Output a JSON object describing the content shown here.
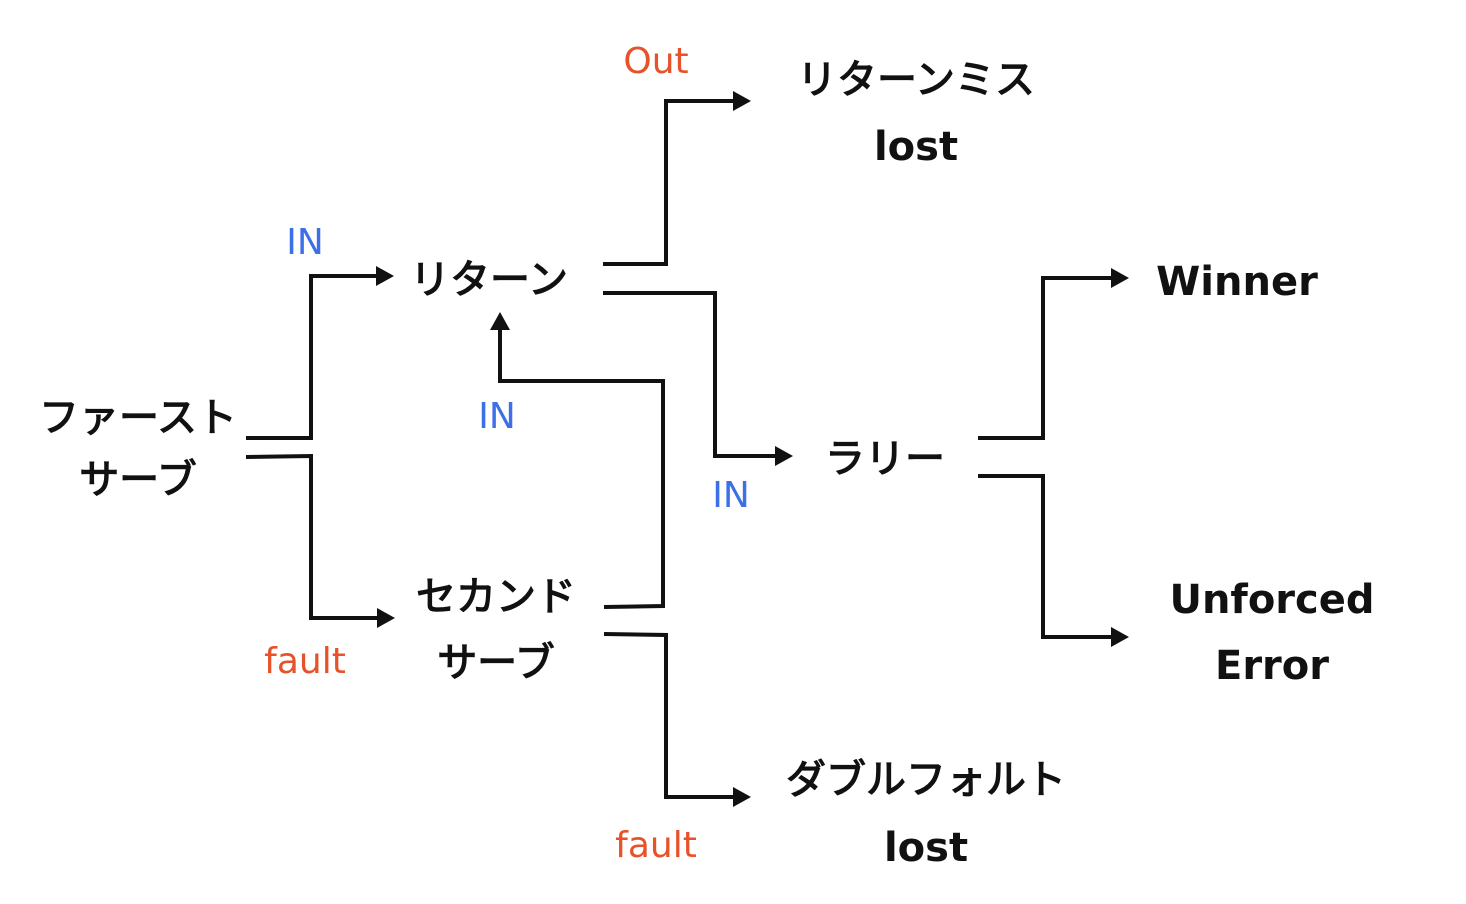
{
  "colors": {
    "in_label": "#3d6fe6",
    "out_label": "#e8522a",
    "lines": "#111111",
    "text": "#111111",
    "background": "#ffffff"
  },
  "nodes": {
    "first_serve": [
      "ファースト",
      "サーブ"
    ],
    "return": [
      "リターン"
    ],
    "return_miss": [
      "リターンミス",
      "lost"
    ],
    "second_serve": [
      "セカンド",
      "サーブ"
    ],
    "rally": [
      "ラリー"
    ],
    "winner": [
      "Winner"
    ],
    "unforced_error": [
      "Unforced",
      "Error"
    ],
    "double_fault": [
      "ダブルフォルト",
      "lost"
    ]
  },
  "edges": [
    {
      "id": "first-serve-to-return",
      "from": "first_serve",
      "to": "return",
      "label": "IN",
      "kind": "in"
    },
    {
      "id": "first-serve-to-second-serve",
      "from": "first_serve",
      "to": "second_serve",
      "label": "fault",
      "kind": "out"
    },
    {
      "id": "return-to-return-miss",
      "from": "return",
      "to": "return_miss",
      "label": "Out",
      "kind": "out"
    },
    {
      "id": "return-to-rally",
      "from": "return",
      "to": "rally",
      "label": "IN",
      "kind": "in"
    },
    {
      "id": "second-serve-to-return",
      "from": "second_serve",
      "to": "return",
      "label": "IN",
      "kind": "in"
    },
    {
      "id": "second-serve-to-double-fault",
      "from": "second_serve",
      "to": "double_fault",
      "label": "fault",
      "kind": "out"
    },
    {
      "id": "rally-to-winner",
      "from": "rally",
      "to": "winner",
      "label": "",
      "kind": "none"
    },
    {
      "id": "rally-to-unforced-error",
      "from": "rally",
      "to": "unforced_error",
      "label": "",
      "kind": "none"
    }
  ]
}
